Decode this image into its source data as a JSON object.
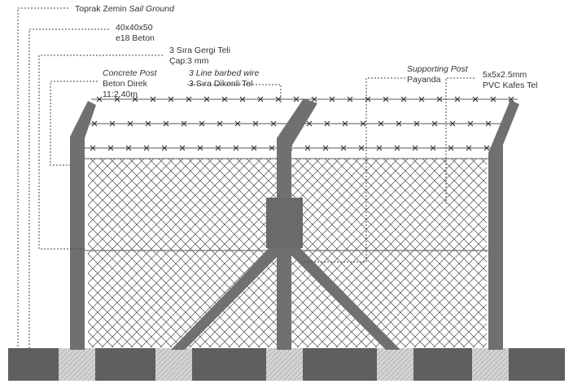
{
  "labels": {
    "ground": {
      "tr": "Toprak Zemin",
      "en": "Sail Ground"
    },
    "concrete_base": {
      "line1": "40x40x50",
      "line2": "e18 Beton"
    },
    "tension_wire": {
      "line1": "3 Sıra Gergi Teli",
      "line2": "Çap:3 mm"
    },
    "concrete_post": {
      "en": "Concrete Post",
      "tr": "Beton Direk",
      "spec": "11:2.40m"
    },
    "barbed_wire": {
      "en": "3 Line barbed wire",
      "tr": "3 Sıra Dikenli Tel"
    },
    "supporting_post": {
      "en": "Supporting Post",
      "tr": "Payanda"
    },
    "mesh": {
      "line1": "5x5x2.5mm",
      "line2": "PVC Kafes Tel"
    }
  },
  "colors": {
    "post": "#707070",
    "ground": "#5f5f5f",
    "footing": "#d4d4d4",
    "mesh": "#4a4a4a",
    "leader": "#444444"
  }
}
